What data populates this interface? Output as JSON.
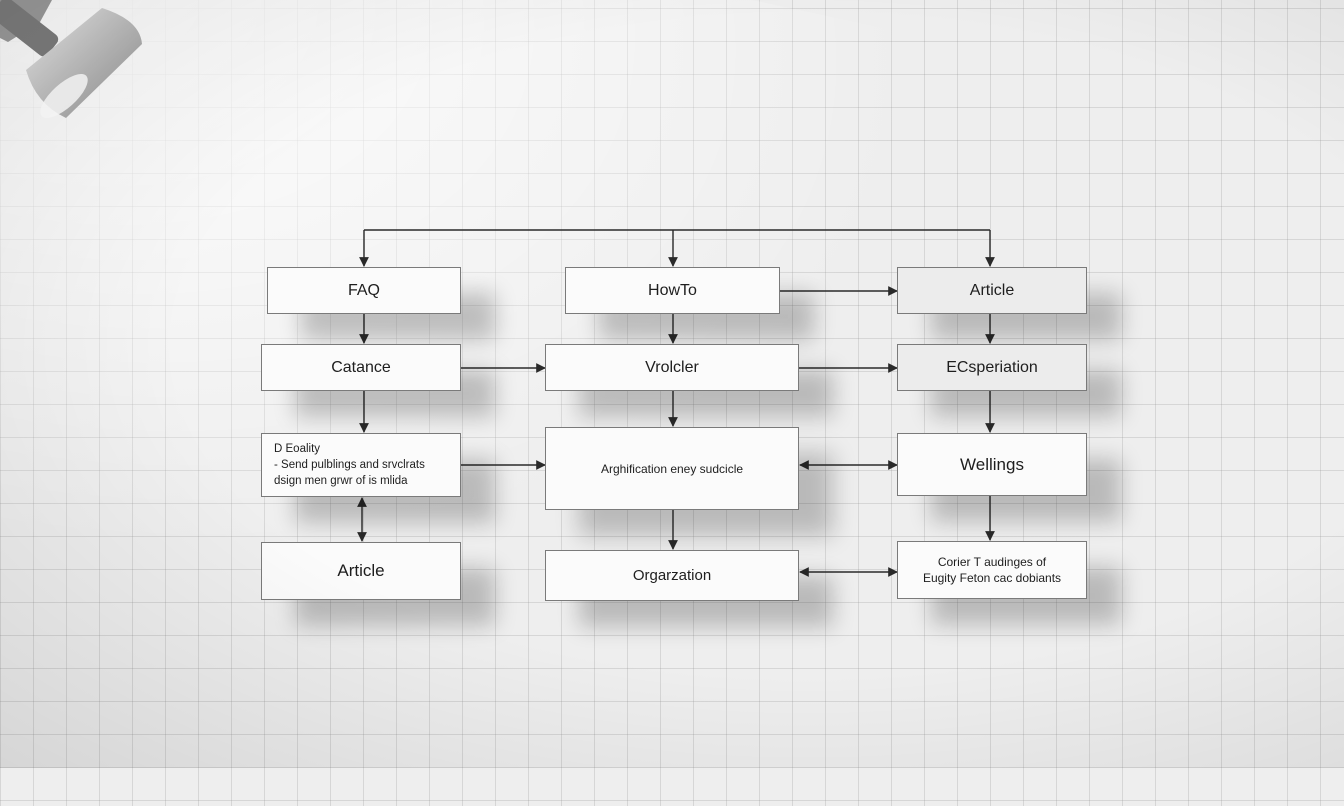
{
  "diagram": {
    "nodes": {
      "faq": "FAQ",
      "howto": "HowTo",
      "article_top": "Article",
      "catance": "Catance",
      "vrolcler": "Vrolcler",
      "ecsperiation": "ECsperiation",
      "quality": {
        "title": "D Eoality",
        "line1": "- Send pulblings and srvclrats",
        "line2": "dsign men grwr of is mlida"
      },
      "arghification": "Arghification eney sudcicle",
      "wellings": "Wellings",
      "article_bottom": "Article",
      "organization": "Orgarzation",
      "content": {
        "line1": "Corier T audinges of",
        "line2": "Eugity Feton cac dobiants"
      }
    }
  },
  "colors": {
    "background": "#eeeeee",
    "grid": "#969696",
    "node_fill": "#fbfbfb",
    "node_border": "#7a7a7a",
    "connector": "#2a2a2a"
  },
  "icons": [
    "desk-lamp-icon"
  ]
}
